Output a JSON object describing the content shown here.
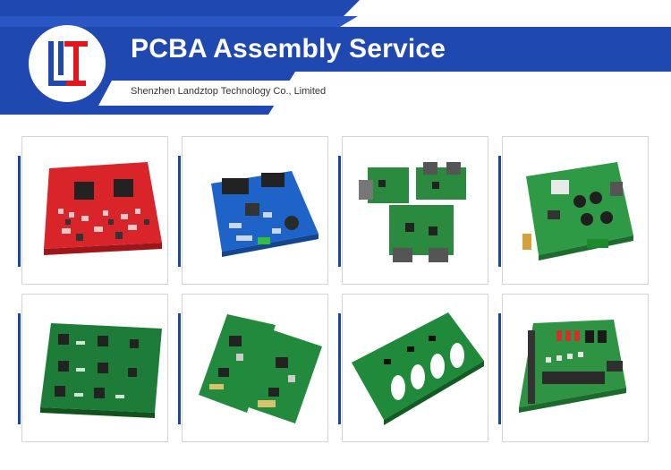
{
  "header": {
    "title": "PCBA Assembly Service",
    "company": "Shenzhen Landztop Technology Co., Limited",
    "logo_icon": "landztop-logo-icon"
  },
  "colors": {
    "brand_blue": "#1f48b0",
    "logo_red": "#e3161b",
    "logo_blue": "#1f48b0"
  },
  "gallery": {
    "items": [
      {
        "board_color": "#d9252a",
        "description": "red-pcb-board"
      },
      {
        "board_color": "#1d63c8",
        "description": "blue-pcb-board"
      },
      {
        "board_color": "#2a8a3e",
        "description": "green-pcb-with-connectors"
      },
      {
        "board_color": "#2f9a45",
        "description": "green-pcb-with-capacitors"
      },
      {
        "board_color": "#1d7d38",
        "description": "green-pcb-panel"
      },
      {
        "board_color": "#228a3c",
        "description": "green-pcb-pair"
      },
      {
        "board_color": "#1f8a3a",
        "description": "green-pcb-cutouts"
      },
      {
        "board_color": "#2e9444",
        "description": "green-pcb-relay-board"
      }
    ]
  }
}
